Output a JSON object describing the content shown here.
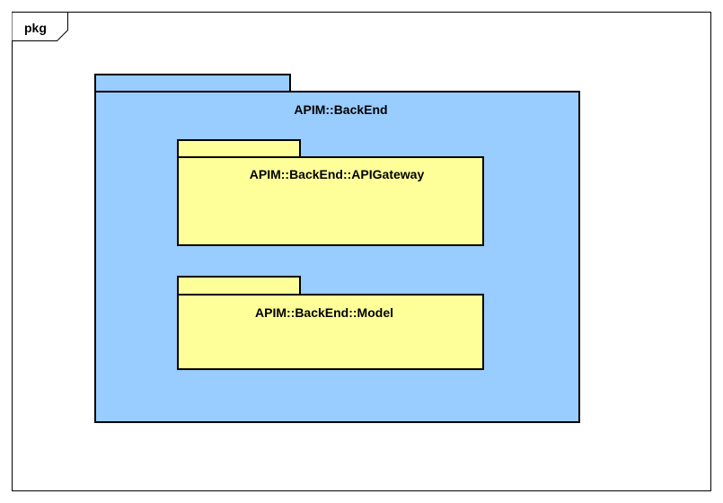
{
  "frame": {
    "kind": "pkg"
  },
  "packages": {
    "backend": {
      "name": "APIM::BackEnd",
      "fill": "#99ccff"
    },
    "api_gateway": {
      "name": "APIM::BackEnd::APIGateway",
      "fill": "#ffff99"
    },
    "model": {
      "name": "APIM::BackEnd::Model",
      "fill": "#ffff99"
    }
  },
  "colors": {
    "border": "#000000",
    "frame_border": "#000000",
    "background": "#ffffff"
  }
}
